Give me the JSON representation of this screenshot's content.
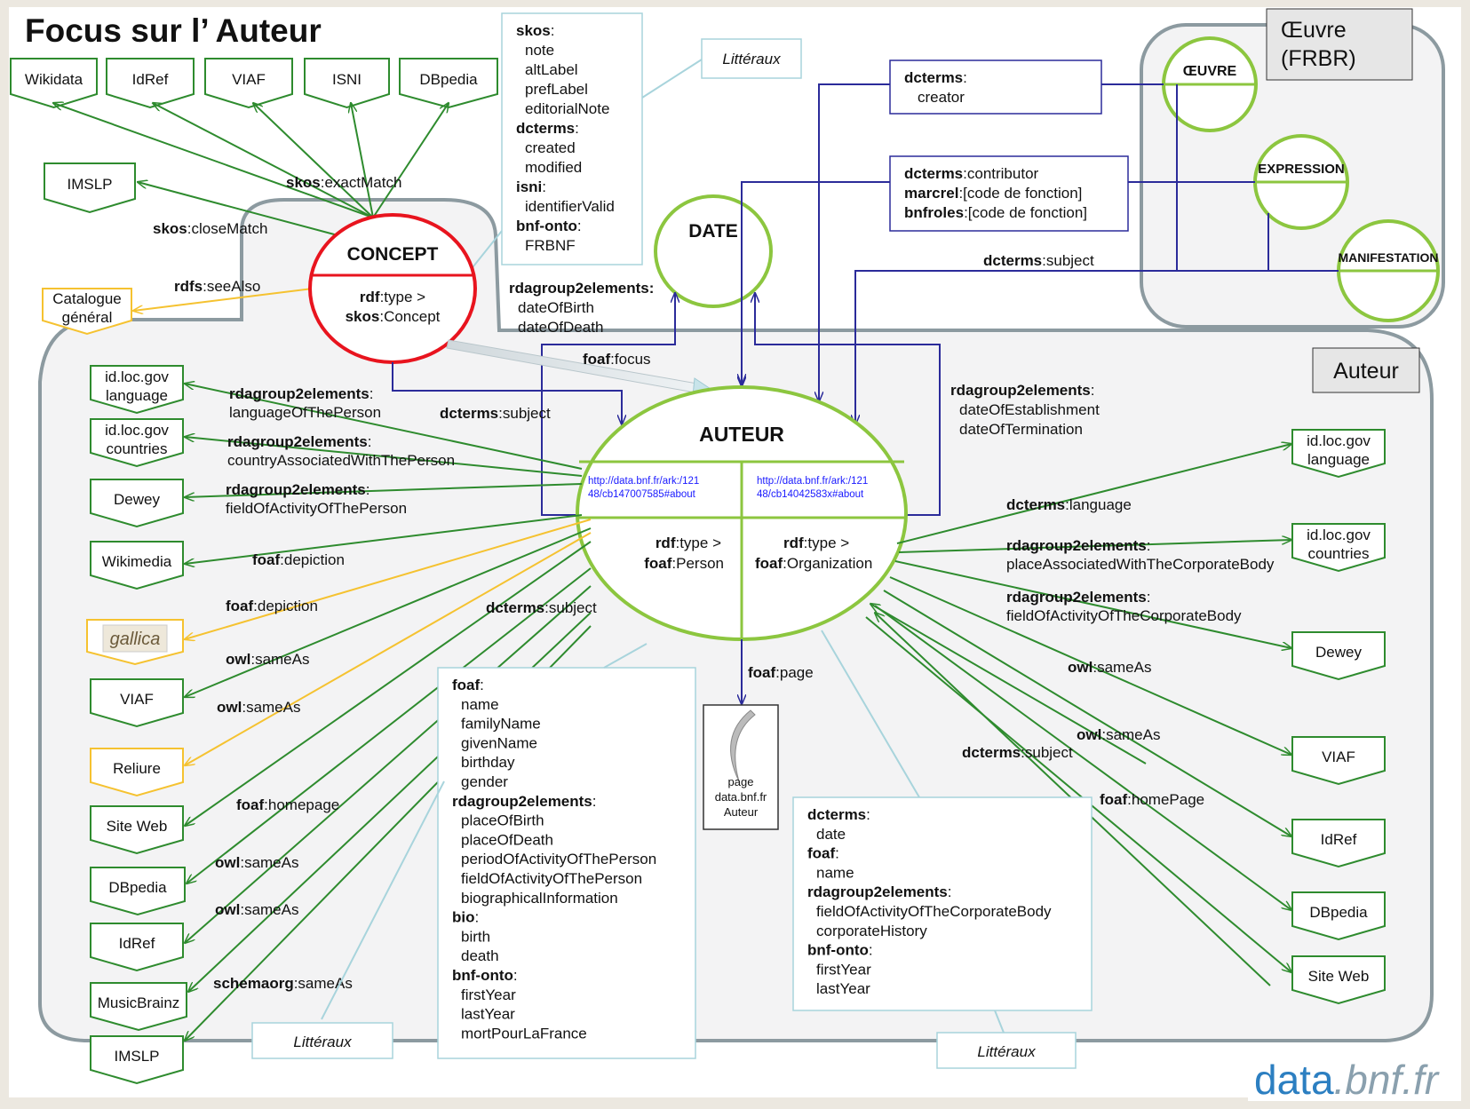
{
  "title": "Focus sur l’ Auteur",
  "logo": {
    "text_a": "data",
    "text_b": ".bnf.fr"
  },
  "colors": {
    "green": "#2e8b2e",
    "navy": "#2b2b9a",
    "yellow": "#f5c230",
    "red": "#e8141e",
    "lightgreen": "#8cc63f",
    "lightblue": "#a8d4dc"
  },
  "concept_targets": [
    "Wikidata",
    "IdRef",
    "VIAF",
    "ISNI",
    "DBpedia"
  ],
  "imslp_top": "IMSLP",
  "catalogue": [
    "Catalogue",
    "général"
  ],
  "concept": {
    "name": "CONCEPT",
    "type_pre": "rdf",
    "type_post": ":type >",
    "type2_pre": "skos",
    "type2_post": ":Concept"
  },
  "concept_links": {
    "exact_pre": "skos",
    "exact_post": ":exactMatch",
    "close_pre": "skos",
    "close_post": ":closeMatch",
    "see_pre": "rdfs",
    "see_post": ":seeAlso"
  },
  "skos_box": [
    {
      "t": "skos",
      "s": ":",
      "b": true
    },
    {
      "t": "note"
    },
    {
      "t": "altLabel"
    },
    {
      "t": "prefLabel"
    },
    {
      "t": "editorialNote"
    },
    {
      "t": "dcterms",
      "s": ":",
      "b": true
    },
    {
      "t": "created"
    },
    {
      "t": "modified"
    },
    {
      "t": "isni",
      "s": ":",
      "b": true
    },
    {
      "t": "identifierValid"
    },
    {
      "t": "bnf-onto",
      "s": ":",
      "b": true
    },
    {
      "t": "FRBNF"
    }
  ],
  "litteraux": "Littéraux",
  "date": {
    "name": "DATE",
    "rel_pre": "rdagroup2elements:",
    "rel_items": [
      "dateOfBirth",
      "dateOfDeath"
    ]
  },
  "creator_box": [
    {
      "t": "dcterms",
      "s": ":",
      "b": true
    },
    {
      "t": "creator"
    }
  ],
  "contrib_box": [
    {
      "t": "dcterms",
      "s": ":contributor",
      "b": true
    },
    {
      "t": "marcrel",
      "s": ":[code de fonction]",
      "b": true
    },
    {
      "t": "bnfroles",
      "s": ":[code de fonction]",
      "b": true
    }
  ],
  "subject_top": {
    "pre": "dcterms",
    "post": ":subject"
  },
  "frbr": {
    "label_line1": "Œuvre",
    "label_line2": "(FRBR)",
    "oeuvre": "ŒUVRE",
    "expression": "EXPRESSION",
    "manifestation": "MANIFESTATION"
  },
  "auteur_label": "Auteur",
  "auteur": {
    "name": "AUTEUR",
    "url_person": [
      "http://data.bnf.fr/ark:/121",
      "48/cb147007585#about"
    ],
    "url_org": [
      "http://data.bnf.fr/ark:/121",
      "48/cb14042583x#about"
    ],
    "type_person": [
      "rdf",
      ":type >",
      "foaf",
      ":Person"
    ],
    "type_org": [
      "rdf",
      ":type >",
      "foaf",
      ":Organization"
    ]
  },
  "focus": {
    "pre": "foaf",
    "post": ":focus"
  },
  "subject_concept": {
    "pre": "dcterms",
    "post": ":subject"
  },
  "org_dates": {
    "pre": "rdagroup2elements",
    "items": [
      "dateOfEstablishment",
      "dateOfTermination"
    ]
  },
  "left_targets": [
    {
      "name": "lang",
      "l1": "id.loc.gov",
      "l2": "language",
      "color": "green"
    },
    {
      "name": "countries",
      "l1": "id.loc.gov",
      "l2": "countries",
      "color": "green"
    },
    {
      "name": "dewey",
      "l1": "Dewey",
      "l2": "",
      "color": "green"
    },
    {
      "name": "wikimedia",
      "l1": "Wikimedia",
      "l2": "",
      "color": "green"
    },
    {
      "name": "gallica",
      "l1": "gallica",
      "l2": "",
      "color": "yellow"
    },
    {
      "name": "viaf",
      "l1": "VIAF",
      "l2": "",
      "color": "green"
    },
    {
      "name": "reliure",
      "l1": "Reliure",
      "l2": "",
      "color": "yellow"
    },
    {
      "name": "siteweb",
      "l1": "Site Web",
      "l2": "",
      "color": "green"
    },
    {
      "name": "dbpedia",
      "l1": "DBpedia",
      "l2": "",
      "color": "green"
    },
    {
      "name": "idref",
      "l1": "IdRef",
      "l2": "",
      "color": "green"
    },
    {
      "name": "musicbrainz",
      "l1": "MusicBrainz",
      "l2": "",
      "color": "green"
    },
    {
      "name": "imslp",
      "l1": "IMSLP",
      "l2": "",
      "color": "green"
    }
  ],
  "left_props": [
    {
      "pre": "rdagroup2elements",
      "post": ":",
      "l2": "languageOfThePerson"
    },
    {
      "pre": "rdagroup2elements",
      "post": ":",
      "l2": "countryAssociatedWithThePerson"
    },
    {
      "pre": "rdagroup2elements",
      "post": ":",
      "l2": "fieldOfActivityOfThePerson"
    },
    {
      "pre": "foaf",
      "post": ":depiction"
    },
    {
      "pre": "foaf",
      "post": ":depiction"
    },
    {
      "pre": "owl",
      "post": ":sameAs"
    },
    {
      "pre": "owl",
      "post": ":sameAs"
    },
    {
      "pre": "foaf",
      "post": ":homepage"
    },
    {
      "pre": "owl",
      "post": ":sameAs"
    },
    {
      "pre": "owl",
      "post": ":sameAs"
    },
    {
      "pre": "schemaorg",
      "post": ":sameAs"
    }
  ],
  "subject_mid": {
    "pre": "dcterms",
    "post": ":subject"
  },
  "foaf_page": {
    "pre": "foaf",
    "post": ":page"
  },
  "page_doc": [
    "page",
    "data.bnf.fr",
    "Auteur"
  ],
  "person_box": [
    {
      "t": "foaf",
      "s": ":",
      "b": true
    },
    {
      "t": "name"
    },
    {
      "t": "familyName"
    },
    {
      "t": "givenName"
    },
    {
      "t": "birthday"
    },
    {
      "t": "gender"
    },
    {
      "t": "rdagroup2elements",
      "s": ":",
      "b": true
    },
    {
      "t": "placeOfBirth"
    },
    {
      "t": "placeOfDeath"
    },
    {
      "t": "periodOfActivityOfThePerson"
    },
    {
      "t": "fieldOfActivityOfThePerson"
    },
    {
      "t": "biographicalInformation"
    },
    {
      "t": "bio",
      "s": ":",
      "b": true
    },
    {
      "t": "birth"
    },
    {
      "t": "death"
    },
    {
      "t": "bnf-onto",
      "s": ":",
      "b": true
    },
    {
      "t": "firstYear"
    },
    {
      "t": "lastYear"
    },
    {
      "t": "mortPourLaFrance"
    }
  ],
  "org_box": [
    {
      "t": "dcterms",
      "s": ":",
      "b": true
    },
    {
      "t": "date"
    },
    {
      "t": "foaf",
      "s": ":",
      "b": true
    },
    {
      "t": "name"
    },
    {
      "t": "rdagroup2elements",
      "s": ":",
      "b": true
    },
    {
      "t": "fieldOfActivityOfTheCorporateBody"
    },
    {
      "t": "corporateHistory"
    },
    {
      "t": "bnf-onto",
      "s": ":",
      "b": true
    },
    {
      "t": "firstYear"
    },
    {
      "t": "lastYear"
    }
  ],
  "right_targets": [
    {
      "name": "lang",
      "l1": "id.loc.gov",
      "l2": "language"
    },
    {
      "name": "countries",
      "l1": "id.loc.gov",
      "l2": "countries"
    },
    {
      "name": "dewey",
      "l1": "Dewey",
      "l2": ""
    },
    {
      "name": "viaf",
      "l1": "VIAF",
      "l2": ""
    },
    {
      "name": "idref",
      "l1": "IdRef",
      "l2": ""
    },
    {
      "name": "dbpedia",
      "l1": "DBpedia",
      "l2": ""
    },
    {
      "name": "siteweb",
      "l1": "Site Web",
      "l2": ""
    }
  ],
  "right_props": [
    {
      "pre": "dcterms",
      "post": ":language"
    },
    {
      "pre": "rdagroup2elements",
      "post": ":",
      "l2": "placeAssociatedWithTheCorporateBody"
    },
    {
      "pre": "rdagroup2elements",
      "post": ":",
      "l2": "fieldOfActivityOfTheCorporateBody"
    },
    {
      "pre": "owl",
      "post": ":sameAs"
    },
    {
      "pre": "owl",
      "post": ":sameAs"
    },
    {
      "pre": "dcterms",
      "post": ":subject"
    },
    {
      "pre": "foaf",
      "post": ":homePage"
    }
  ]
}
